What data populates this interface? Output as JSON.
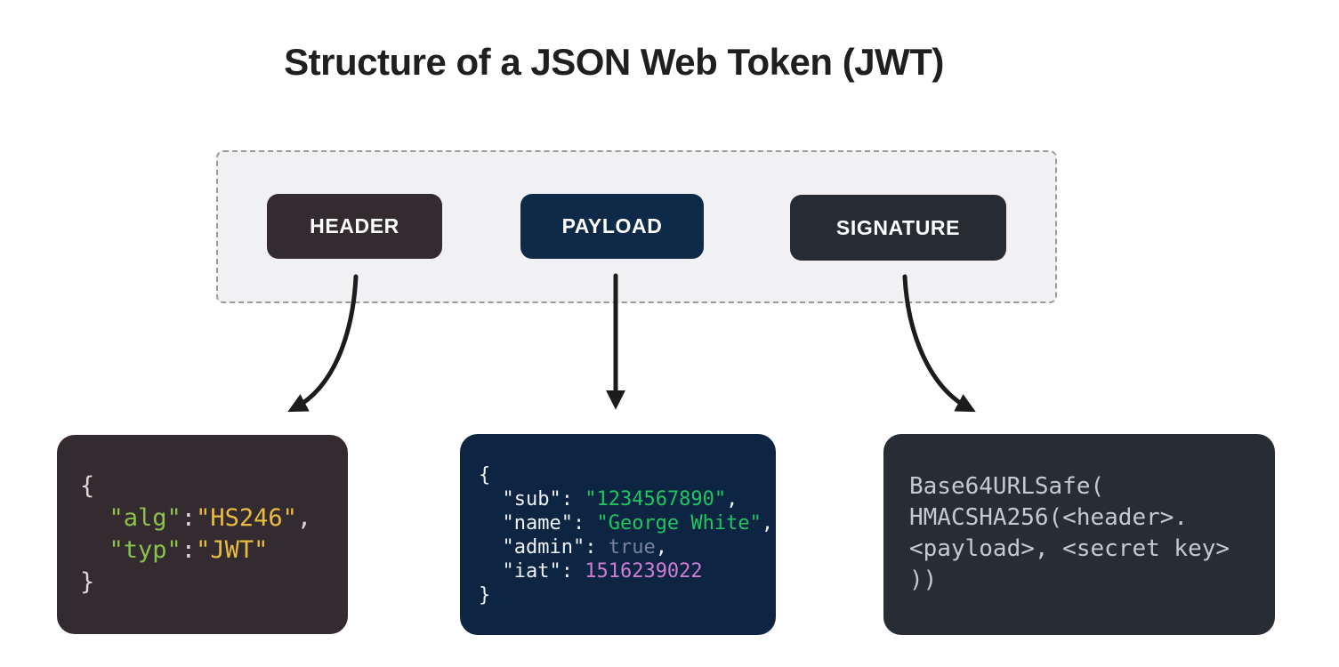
{
  "title": "Structure of a JSON Web Token (JWT)",
  "palette": {
    "page_bg": "#ffffff",
    "title_text": "#1f1f1f",
    "panel_bg": "#f1f1f3",
    "panel_border": "#9b9b9b",
    "arrow": "#1c1c1c",
    "box_label": "#ffffff",
    "header_box_bg": "#342b31",
    "payload_box_bg": "#0e2a48",
    "signature_box_bg": "#272c34",
    "header_code_bg": "#342b31",
    "payload_code_bg": "#0d2543",
    "signature_code_bg": "#282c34",
    "key_green": "#8bc34a",
    "value_yellow": "#e8bd3f",
    "punct_light": "#dbd9da",
    "white": "#eef2f6",
    "string_green": "#1fc55d",
    "bool_muted": "#76839b",
    "number_pink": "#cf7cd3",
    "sig_text": "#c3cad2"
  },
  "parts": [
    {
      "label": "HEADER",
      "color": "#342b31"
    },
    {
      "label": "PAYLOAD",
      "color": "#0e2a48"
    },
    {
      "label": "SIGNATURE",
      "color": "#272c34"
    }
  ],
  "code_blocks": {
    "header": {
      "lines": [
        [
          {
            "t": "{",
            "c": "punct_light"
          }
        ],
        [
          {
            "t": "  ",
            "c": "punct_light"
          },
          {
            "t": "\"alg\"",
            "c": "key_green"
          },
          {
            "t": ":",
            "c": "punct_light"
          },
          {
            "t": "\"HS246\"",
            "c": "value_yellow"
          },
          {
            "t": ",",
            "c": "punct_light"
          }
        ],
        [
          {
            "t": "  ",
            "c": "punct_light"
          },
          {
            "t": "\"typ\"",
            "c": "key_green"
          },
          {
            "t": ":",
            "c": "punct_light"
          },
          {
            "t": "\"JWT\"",
            "c": "value_yellow"
          }
        ],
        [
          {
            "t": "}",
            "c": "punct_light"
          }
        ]
      ]
    },
    "payload": {
      "lines": [
        [
          {
            "t": "{",
            "c": "white"
          }
        ],
        [
          {
            "t": "  \"sub\": ",
            "c": "white"
          },
          {
            "t": "\"1234567890\"",
            "c": "string_green"
          },
          {
            "t": ",",
            "c": "white"
          }
        ],
        [
          {
            "t": "  \"name\": ",
            "c": "white"
          },
          {
            "t": "\"George White\"",
            "c": "string_green"
          },
          {
            "t": ",",
            "c": "white"
          }
        ],
        [
          {
            "t": "  \"admin\": ",
            "c": "white"
          },
          {
            "t": "true",
            "c": "bool_muted"
          },
          {
            "t": ",",
            "c": "white"
          }
        ],
        [
          {
            "t": "  \"iat\": ",
            "c": "white"
          },
          {
            "t": "1516239022",
            "c": "number_pink"
          }
        ],
        [
          {
            "t": "}",
            "c": "white"
          }
        ]
      ]
    },
    "signature": {
      "lines": [
        [
          {
            "t": "Base64URLSafe(",
            "c": "sig_text"
          }
        ],
        [
          {
            "t": "HMACSHA256(<header>.",
            "c": "sig_text"
          }
        ],
        [
          {
            "t": "<payload>, <secret key>",
            "c": "sig_text"
          }
        ],
        [
          {
            "t": "))",
            "c": "sig_text"
          }
        ]
      ]
    }
  }
}
